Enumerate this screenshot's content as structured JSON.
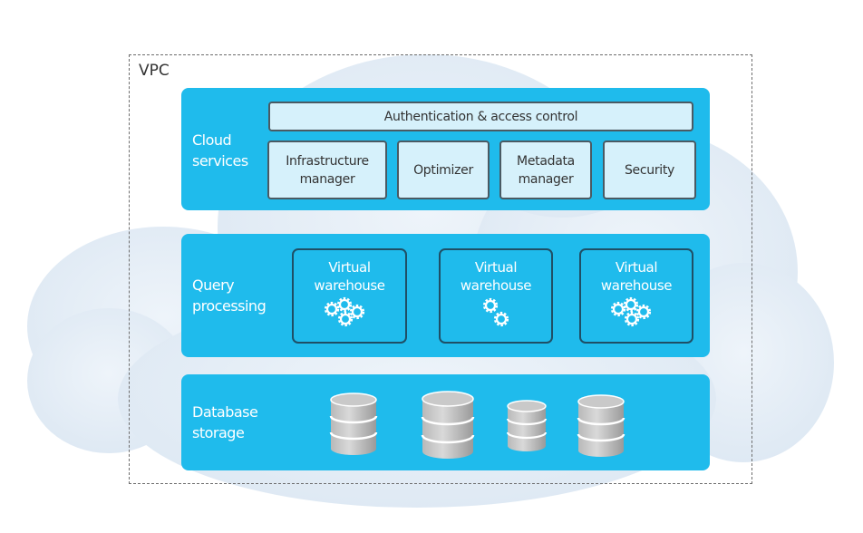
{
  "vpc": {
    "label": "VPC"
  },
  "layers": {
    "cloud_services": {
      "label_line1": "Cloud",
      "label_line2": "services",
      "auth": "Authentication & access control",
      "components": [
        {
          "line1": "Infrastructure",
          "line2": "manager"
        },
        {
          "line1": "Optimizer",
          "line2": ""
        },
        {
          "line1": "Metadata",
          "line2": "manager"
        },
        {
          "line1": "Security",
          "line2": ""
        }
      ]
    },
    "query_processing": {
      "label_line1": "Query",
      "label_line2": "processing",
      "warehouses": [
        {
          "line1": "Virtual",
          "line2": "warehouse",
          "gears": 4
        },
        {
          "line1": "Virtual",
          "line2": "warehouse",
          "gears": 2
        },
        {
          "line1": "Virtual",
          "line2": "warehouse",
          "gears": 4
        }
      ]
    },
    "database_storage": {
      "label_line1": "Database",
      "label_line2": "storage",
      "databases": 4
    }
  },
  "colors": {
    "layer_fill": "#1fbbec",
    "component_fill": "#d6f1fb",
    "cloud_fill": "#e6eff8"
  }
}
